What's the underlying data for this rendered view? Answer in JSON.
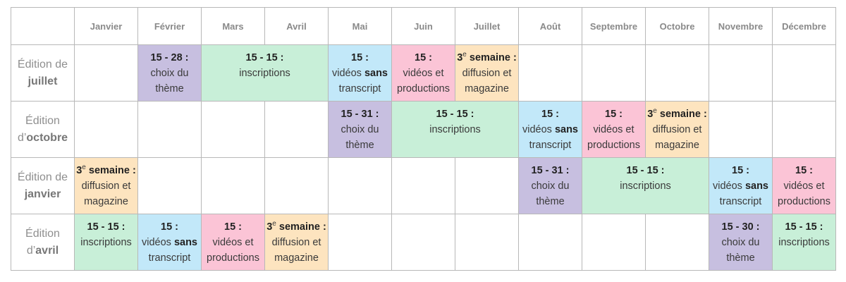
{
  "months": [
    "Janvier",
    "Février",
    "Mars",
    "Avril",
    "Mai",
    "Juin",
    "Juillet",
    "Août",
    "Septembre",
    "Octobre",
    "Novembre",
    "Décembre"
  ],
  "editions": [
    {
      "prefix": "Édition de",
      "name": "juillet",
      "cells": [
        {
          "span": 1
        },
        {
          "span": 1,
          "type": "theme",
          "bold": "15 - 28 :",
          "text": "choix du thème"
        },
        {
          "span": 2,
          "type": "insc",
          "bold": "15 - 15 :",
          "text": "inscriptions"
        },
        {
          "span": 1,
          "type": "vid",
          "bold": "15 :",
          "pre": "vidéos",
          "mid": "sans",
          "post": "transcript"
        },
        {
          "span": 1,
          "type": "prod",
          "bold": "15 :",
          "text": "vidéos et productions"
        },
        {
          "span": 1,
          "type": "mag",
          "bold": "3",
          "sup": "e",
          "bold2": "semaine :",
          "text": "diffusion et magazine"
        },
        {
          "span": 1
        },
        {
          "span": 1
        },
        {
          "span": 1
        },
        {
          "span": 1
        },
        {
          "span": 1
        }
      ]
    },
    {
      "prefix": "Édition d’",
      "name": "octobre",
      "cells": [
        {
          "span": 1
        },
        {
          "span": 1
        },
        {
          "span": 1
        },
        {
          "span": 1
        },
        {
          "span": 1,
          "type": "theme",
          "bold": "15 - 31 :",
          "text": "choix du thème"
        },
        {
          "span": 2,
          "type": "insc",
          "bold": "15 - 15 :",
          "text": "inscriptions"
        },
        {
          "span": 1,
          "type": "vid",
          "bold": "15 :",
          "pre": "vidéos",
          "mid": "sans",
          "post": "transcript"
        },
        {
          "span": 1,
          "type": "prod",
          "bold": "15 :",
          "text": "vidéos et productions"
        },
        {
          "span": 1,
          "type": "mag",
          "bold": "3",
          "sup": "e",
          "bold2": "semaine :",
          "text": "diffusion et magazine"
        },
        {
          "span": 1
        },
        {
          "span": 1
        }
      ]
    },
    {
      "prefix": "Édition de",
      "name": "janvier",
      "cells": [
        {
          "span": 1,
          "type": "mag",
          "bold": "3",
          "sup": "e",
          "bold2": "semaine :",
          "text": "diffusion et magazine"
        },
        {
          "span": 1
        },
        {
          "span": 1
        },
        {
          "span": 1
        },
        {
          "span": 1
        },
        {
          "span": 1
        },
        {
          "span": 1
        },
        {
          "span": 1,
          "type": "theme",
          "bold": "15 - 31 :",
          "text": "choix du thème"
        },
        {
          "span": 2,
          "type": "insc",
          "bold": "15 - 15 :",
          "text": "inscriptions"
        },
        {
          "span": 1,
          "type": "vid",
          "bold": "15 :",
          "pre": "vidéos",
          "mid": "sans",
          "post": "transcript"
        },
        {
          "span": 1,
          "type": "prod",
          "bold": "15 :",
          "text": "vidéos et productions"
        }
      ]
    },
    {
      "prefix": "Édition d’",
      "name": "avril",
      "cells": [
        {
          "span": 1,
          "type": "insc",
          "bold": "15 - 15 :",
          "text": "inscriptions"
        },
        {
          "span": 1,
          "type": "vid",
          "bold": "15 :",
          "pre": "vidéos",
          "mid": "sans",
          "post": "transcript"
        },
        {
          "span": 1,
          "type": "prod",
          "bold": "15 :",
          "text": "vidéos et productions"
        },
        {
          "span": 1,
          "type": "mag",
          "bold": "3",
          "sup": "e",
          "bold2": "semaine :",
          "text": "diffusion et magazine"
        },
        {
          "span": 1
        },
        {
          "span": 1
        },
        {
          "span": 1
        },
        {
          "span": 1
        },
        {
          "span": 1
        },
        {
          "span": 1
        },
        {
          "span": 1,
          "type": "theme",
          "bold": "15 - 30 :",
          "text": "choix du thème"
        },
        {
          "span": 1,
          "type": "insc",
          "bold": "15 - 15 :",
          "text": "inscriptions"
        }
      ]
    }
  ],
  "colors": {
    "theme": "#c7bfe0",
    "insc": "#c8efd8",
    "vid": "#c2e8f9",
    "prod": "#fbc4d6",
    "mag": "#fde4bf"
  }
}
